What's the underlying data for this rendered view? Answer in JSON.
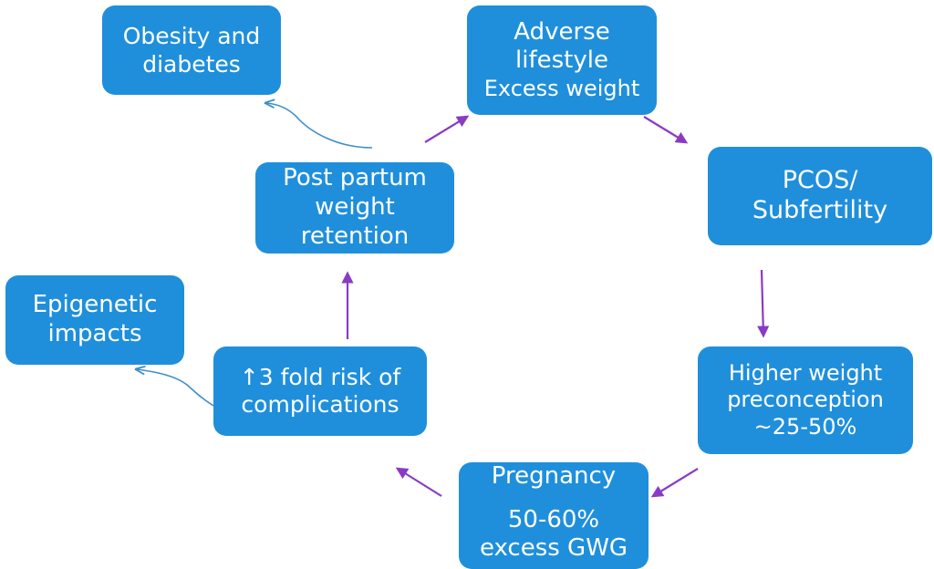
{
  "nodes": {
    "obesity": [
      "Obesity and",
      "diabetes"
    ],
    "adverse": [
      "Adverse",
      "lifestyle",
      "Excess weight"
    ],
    "pcos": [
      "PCOS/",
      "Subfertility"
    ],
    "higher_weight": [
      "Higher weight",
      "preconception",
      "~25-50%"
    ],
    "pregnancy": [
      "Pregnancy",
      "50-60%",
      "excess GWG"
    ],
    "risk": [
      "↑3 fold risk of",
      "complications"
    ],
    "epigenetic": [
      "Epigenetic",
      "impacts"
    ],
    "postpartum": [
      "Post partum",
      "weight",
      "retention"
    ]
  },
  "colors": {
    "box_fill": "#1f8fdc",
    "box_text": "#ffffff",
    "cycle_arrow": "#8a3bc4",
    "side_arrow": "#3d8fc9"
  }
}
